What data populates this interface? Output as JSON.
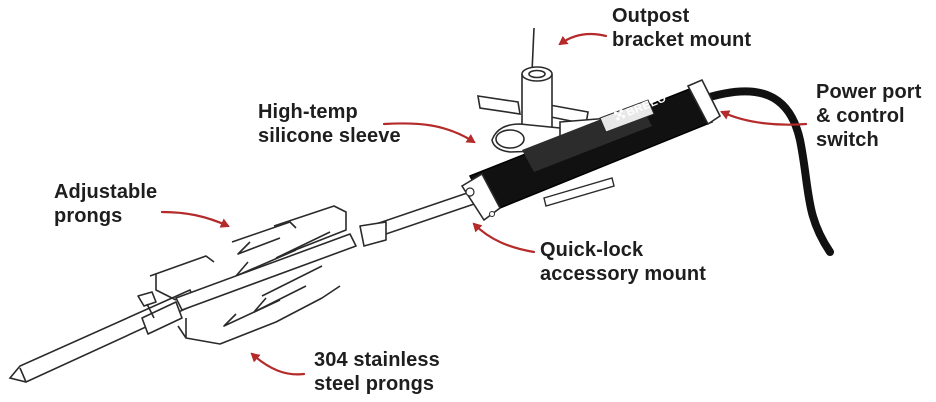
{
  "accent_color": "#b52a2a",
  "callouts": {
    "outpost_bracket": {
      "lines": [
        "Outpost",
        "bracket mount"
      ]
    },
    "power_port": {
      "lines": [
        "Power port",
        "& control",
        "switch"
      ]
    },
    "silicone_sleeve": {
      "lines": [
        "High-temp",
        "silicone sleeve"
      ]
    },
    "adjustable_prongs": {
      "lines": [
        "Adjustable",
        "prongs"
      ]
    },
    "quick_lock": {
      "lines": [
        "Quick-lock",
        "accessory mount"
      ]
    },
    "stainless_prongs": {
      "lines": [
        "304 stainless",
        "steel prongs"
      ]
    }
  },
  "motor": {
    "brand": "BREEO",
    "brand_icon": "checkered-diamond-logo"
  }
}
